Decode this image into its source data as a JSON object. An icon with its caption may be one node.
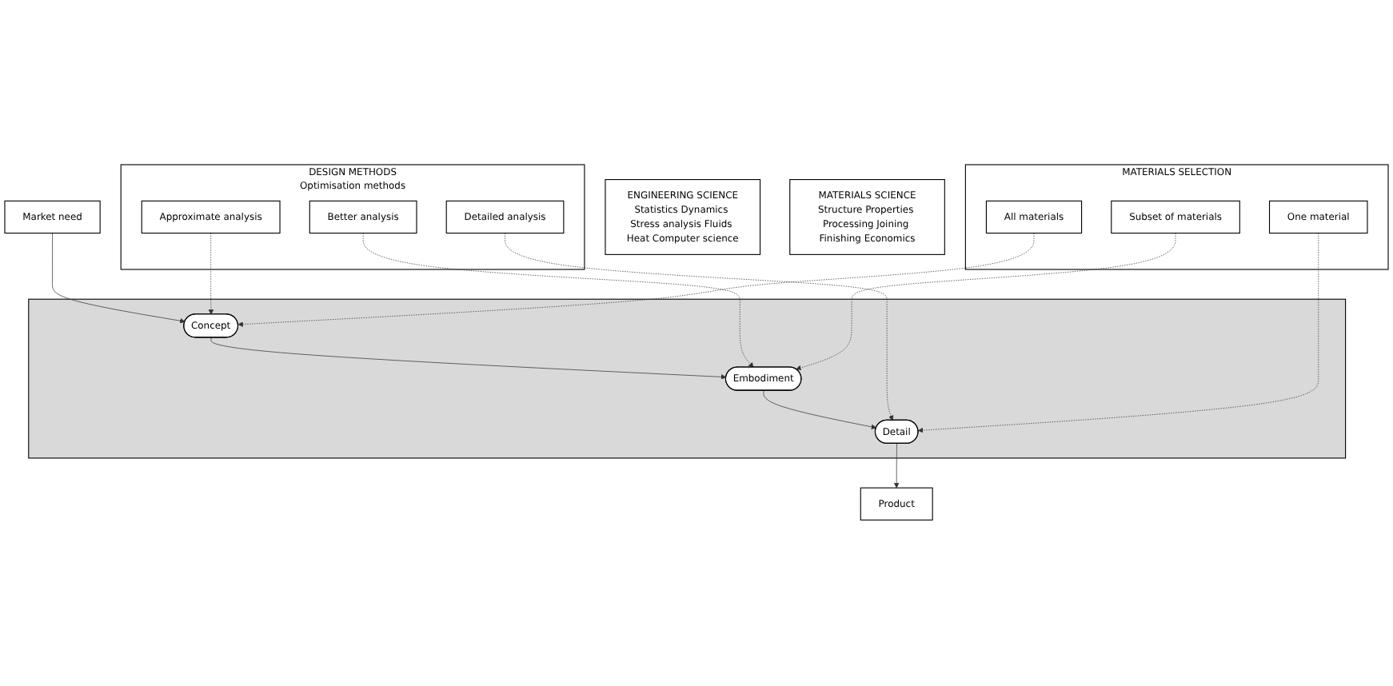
{
  "diagram": {
    "nodes": [
      {
        "text": [
          "Market need"
        ]
      },
      {
        "text": [
          "ENGINEERING SCIENCE",
          "Statistics Dynamics Stress analysis Fluids Heat Computer science"
        ]
      },
      {
        "text": [
          "DESIGN METHODS",
          "Optimisation methods"
        ]
      },
      {
        "text": [
          "Approximate analysis"
        ],
        "in": 2
      },
      {
        "text": [
          "Better analysis"
        ],
        "in": 2
      },
      {
        "text": [
          "Detailed analysis"
        ],
        "in": 2
      },
      {
        "text": [],
        "shape": "box"
      },
      {
        "text": [
          "Concept"
        ],
        "in": 6
      },
      {
        "text": [
          "Embodiment"
        ],
        "in": 6
      },
      {
        "text": [
          "Detail"
        ],
        "in": 6
      },
      {
        "text": [
          "MATERIALS SELECTION"
        ]
      },
      {
        "text": [
          "All materials"
        ],
        "in": 10
      },
      {
        "text": [
          "Subset of materials"
        ],
        "in": 10
      },
      {
        "text": [
          "One material"
        ],
        "in": 10
      },
      {
        "text": [
          "MATERIALS SCIENCE",
          "Structure Properties Processing Joining Finishing Economics"
        ]
      },
      {
        "text": [
          "Product"
        ]
      }
    ],
    "edges": [
      {
        "from": 0,
        "to": 7,
        "arrow": "to"
      },
      {
        "from": 7,
        "to": 8,
        "arrow": "to"
      },
      {
        "from": 8,
        "to": 9,
        "arrow": "to"
      },
      {
        "from": 9,
        "to": 15,
        "arrow": "to"
      },
      {
        "from": 3,
        "to": 7,
        "arrow": "to",
        "style": "dashed"
      },
      {
        "from": 4,
        "to": 8,
        "arrow": "to",
        "style": "dashed"
      },
      {
        "from": 5,
        "to": 9,
        "arrow": "to",
        "style": "dashed"
      },
      {
        "from": 11,
        "to": 7,
        "arrow": "to",
        "style": "dashed"
      },
      {
        "from": 12,
        "to": 8,
        "arrow": "to",
        "style": "dashed"
      },
      {
        "from": 13,
        "to": 9,
        "arrow": "to",
        "style": "dashed"
      }
    ]
  }
}
